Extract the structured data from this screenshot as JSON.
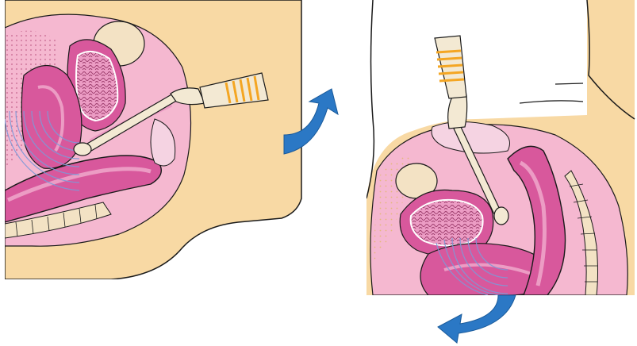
{
  "figure": {
    "panels": [
      {
        "id": "left",
        "view": "sagittal-section-supine",
        "probe": "transvaginal-ultrasound-probe"
      },
      {
        "id": "right",
        "view": "sagittal-section-rotated",
        "probe": "transvaginal-ultrasound-probe"
      }
    ],
    "arrows": [
      {
        "id": "rotate-up",
        "direction": "clockwise-up"
      },
      {
        "id": "rotate-down",
        "direction": "clockwise-down"
      }
    ]
  },
  "colors": {
    "skin": "#f8d9a4",
    "skin_shadow": "#efc687",
    "outline": "#1a1a1a",
    "uterus": "#d8589c",
    "uterus_light": "#ec9cc4",
    "pelvic_pink": "#f5b8d0",
    "bladder_lining": "#ffffff",
    "endometrium": "#e07ab0",
    "bone": "#f3e2c4",
    "probe": "#f3e9d3",
    "probe_grip": "#f4a623",
    "ultrasound_waves": "#7d9ad8",
    "arrow": "#2b78c5",
    "background": "#ffffff"
  }
}
